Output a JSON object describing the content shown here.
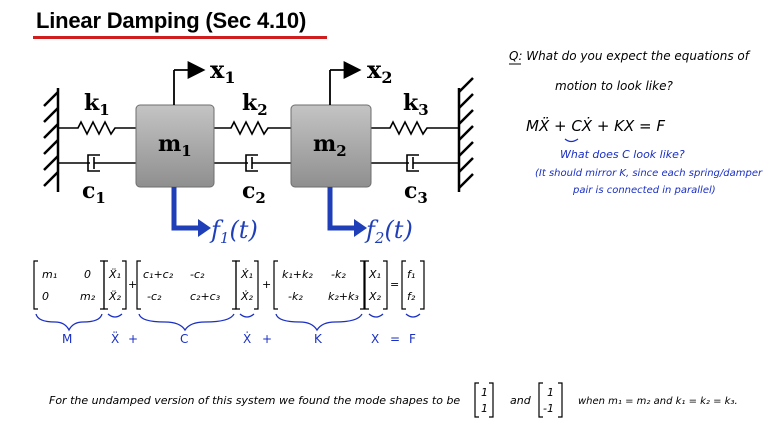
{
  "title": "Linear Damping (Sec 4.10)",
  "colors": {
    "title_underline": "#d01e1e",
    "force_arrow": "#1f3fb8",
    "handwriting_black": "#000000",
    "handwriting_blue": "#1a2fc4",
    "mass_fill": "#a7a7a7"
  },
  "diagram": {
    "masses": [
      "m1",
      "m2"
    ],
    "springs": [
      "k1",
      "k2",
      "k3"
    ],
    "dampers": [
      "c1",
      "c2",
      "c3"
    ],
    "displacements": [
      "x1",
      "x2"
    ],
    "forces": [
      "f1(t)",
      "f2(t)"
    ]
  },
  "notes": {
    "question_line1": "Q: What do you expect the equations of",
    "question_line2": "motion to look like?",
    "equation": "MẌ + CẊ + KX = F",
    "blue_line1": "What does C look like?",
    "blue_line2": "(It should mirror K, since each spring/damper",
    "blue_line3": "pair is connected in parallel)"
  },
  "matrix_equation": {
    "M": [
      [
        "m₁",
        "0"
      ],
      [
        "0",
        "m₂"
      ]
    ],
    "Xddot": [
      "Ẍ₁",
      "Ẍ₂"
    ],
    "C": [
      [
        "c₁+c₂",
        "-c₂"
      ],
      [
        "-c₂",
        "c₂+c₃"
      ]
    ],
    "Xdot": [
      "Ẋ₁",
      "Ẋ₂"
    ],
    "K": [
      [
        "k₁+k₂",
        "-k₂"
      ],
      [
        "-k₂",
        "k₂+k₃"
      ]
    ],
    "X": [
      "X₁",
      "X₂"
    ],
    "F": [
      "f₁",
      "f₂"
    ],
    "labels": [
      "M",
      "Ẍ",
      "+",
      "C",
      "Ẋ",
      "+",
      "K",
      "X",
      "=",
      "F"
    ]
  },
  "bottom_line": {
    "text_a": "For the undamped version of this system we found the mode shapes to be",
    "vec1": [
      "1",
      "1"
    ],
    "and": "and",
    "vec2": [
      "1",
      "-1"
    ],
    "text_b": "when m₁ = m₂ and k₁ = k₂ = k₃."
  }
}
